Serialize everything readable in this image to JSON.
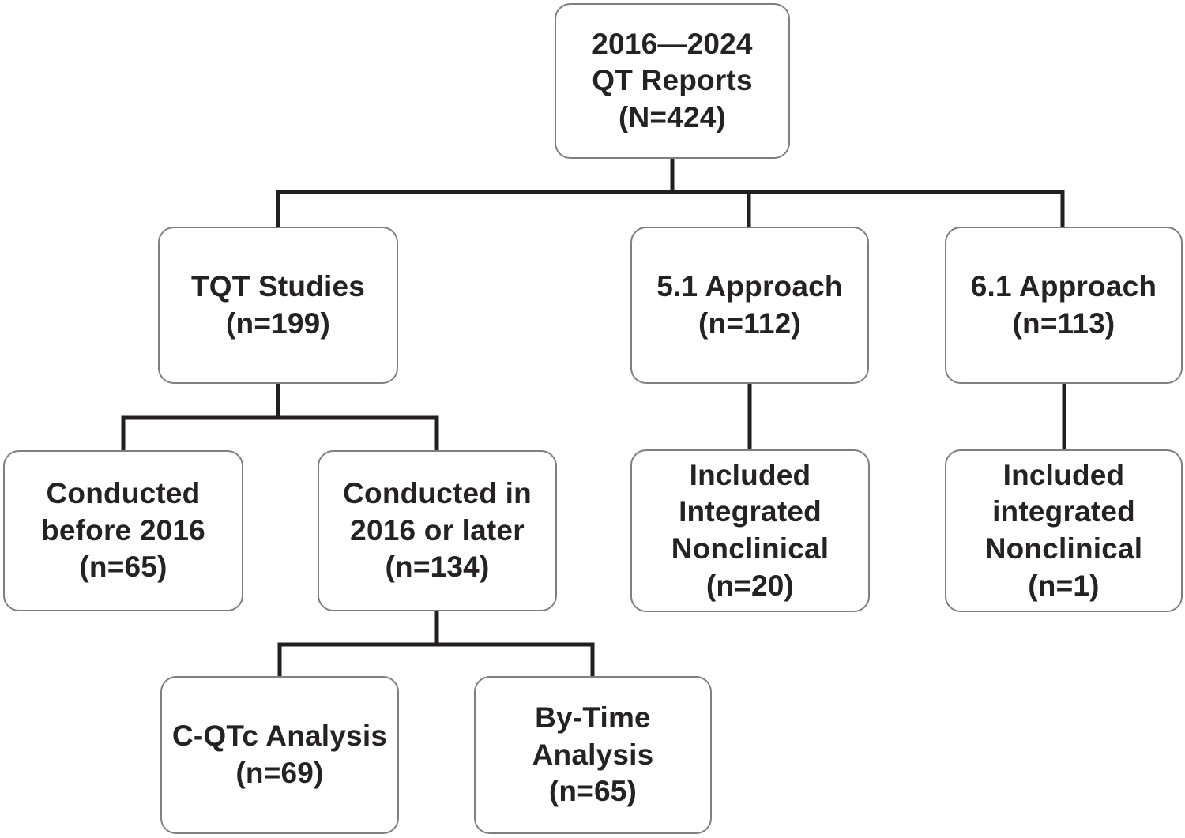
{
  "diagram": {
    "type": "flowchart",
    "colors": {
      "background": "#ffffff",
      "box_border": "#7f7f7f",
      "box_fill": "#ffffff",
      "connector": "#231f20",
      "text": "#262223"
    },
    "nodes": {
      "root": {
        "label": "2016—2024\nQT Reports\n(N=424)"
      },
      "tqt_studies": {
        "label": "TQT Studies\n(n=199)"
      },
      "approach_51": {
        "label": "5.1 Approach\n(n=112)"
      },
      "approach_61": {
        "label": "6.1 Approach\n(n=113)"
      },
      "before_2016": {
        "label": "Conducted\nbefore 2016\n(n=65)"
      },
      "later_2016": {
        "label": "Conducted in\n2016 or later\n(n=134)"
      },
      "included_51": {
        "label": "Included\nIntegrated\nNonclinical\n(n=20)"
      },
      "included_61": {
        "label": "Included\nintegrated\nNonclinical\n(n=1)"
      },
      "cqtc_analysis": {
        "label": "C-QTc Analysis\n(n=69)"
      },
      "bytime_analysis": {
        "label": "By-Time\nAnalysis\n(n=65)"
      }
    },
    "edges": [
      "root -> tqt_studies",
      "root -> approach_51",
      "root -> approach_61",
      "tqt_studies -> before_2016",
      "tqt_studies -> later_2016",
      "approach_51 -> included_51",
      "approach_61 -> included_61",
      "later_2016 -> cqtc_analysis",
      "later_2016 -> bytime_analysis"
    ]
  }
}
